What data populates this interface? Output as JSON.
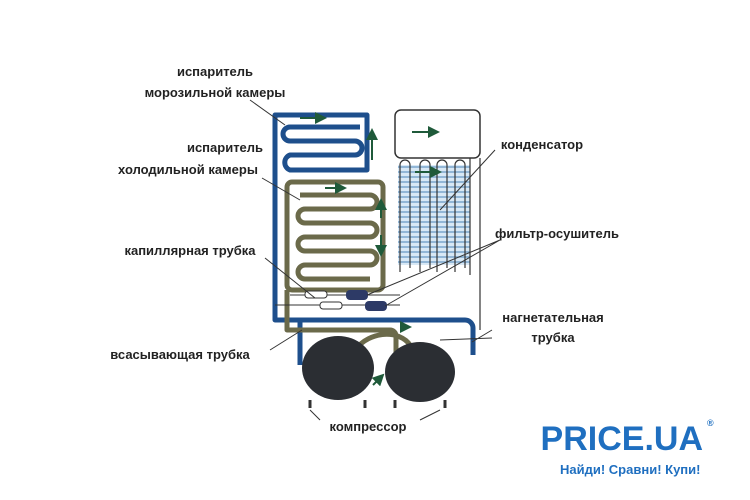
{
  "labels": {
    "freezer_evaporator_1": "испаритель",
    "freezer_evaporator_2": "морозильной камеры",
    "fridge_evaporator_1": "испаритель",
    "fridge_evaporator_2": "холодильной камеры",
    "capillary_tube": "капиллярная трубка",
    "suction_tube": "всасывающая трубка",
    "compressor": "компрессор",
    "condenser": "конденсатор",
    "filter_drier": "фильтр-осушитель",
    "discharge_tube_1": "нагнетательная",
    "discharge_tube_2": "трубка"
  },
  "logo": {
    "brand": "PRICE.UA",
    "registered": "®",
    "slogan": "Найди! Сравни! Купи!"
  },
  "colors": {
    "freezer_pipe": "#1e4f8c",
    "fridge_pipe": "#6b6a4a",
    "condenser_fill": "#b9d7ee",
    "arrow": "#1f5a3a",
    "logo": "#1f6fc0"
  }
}
